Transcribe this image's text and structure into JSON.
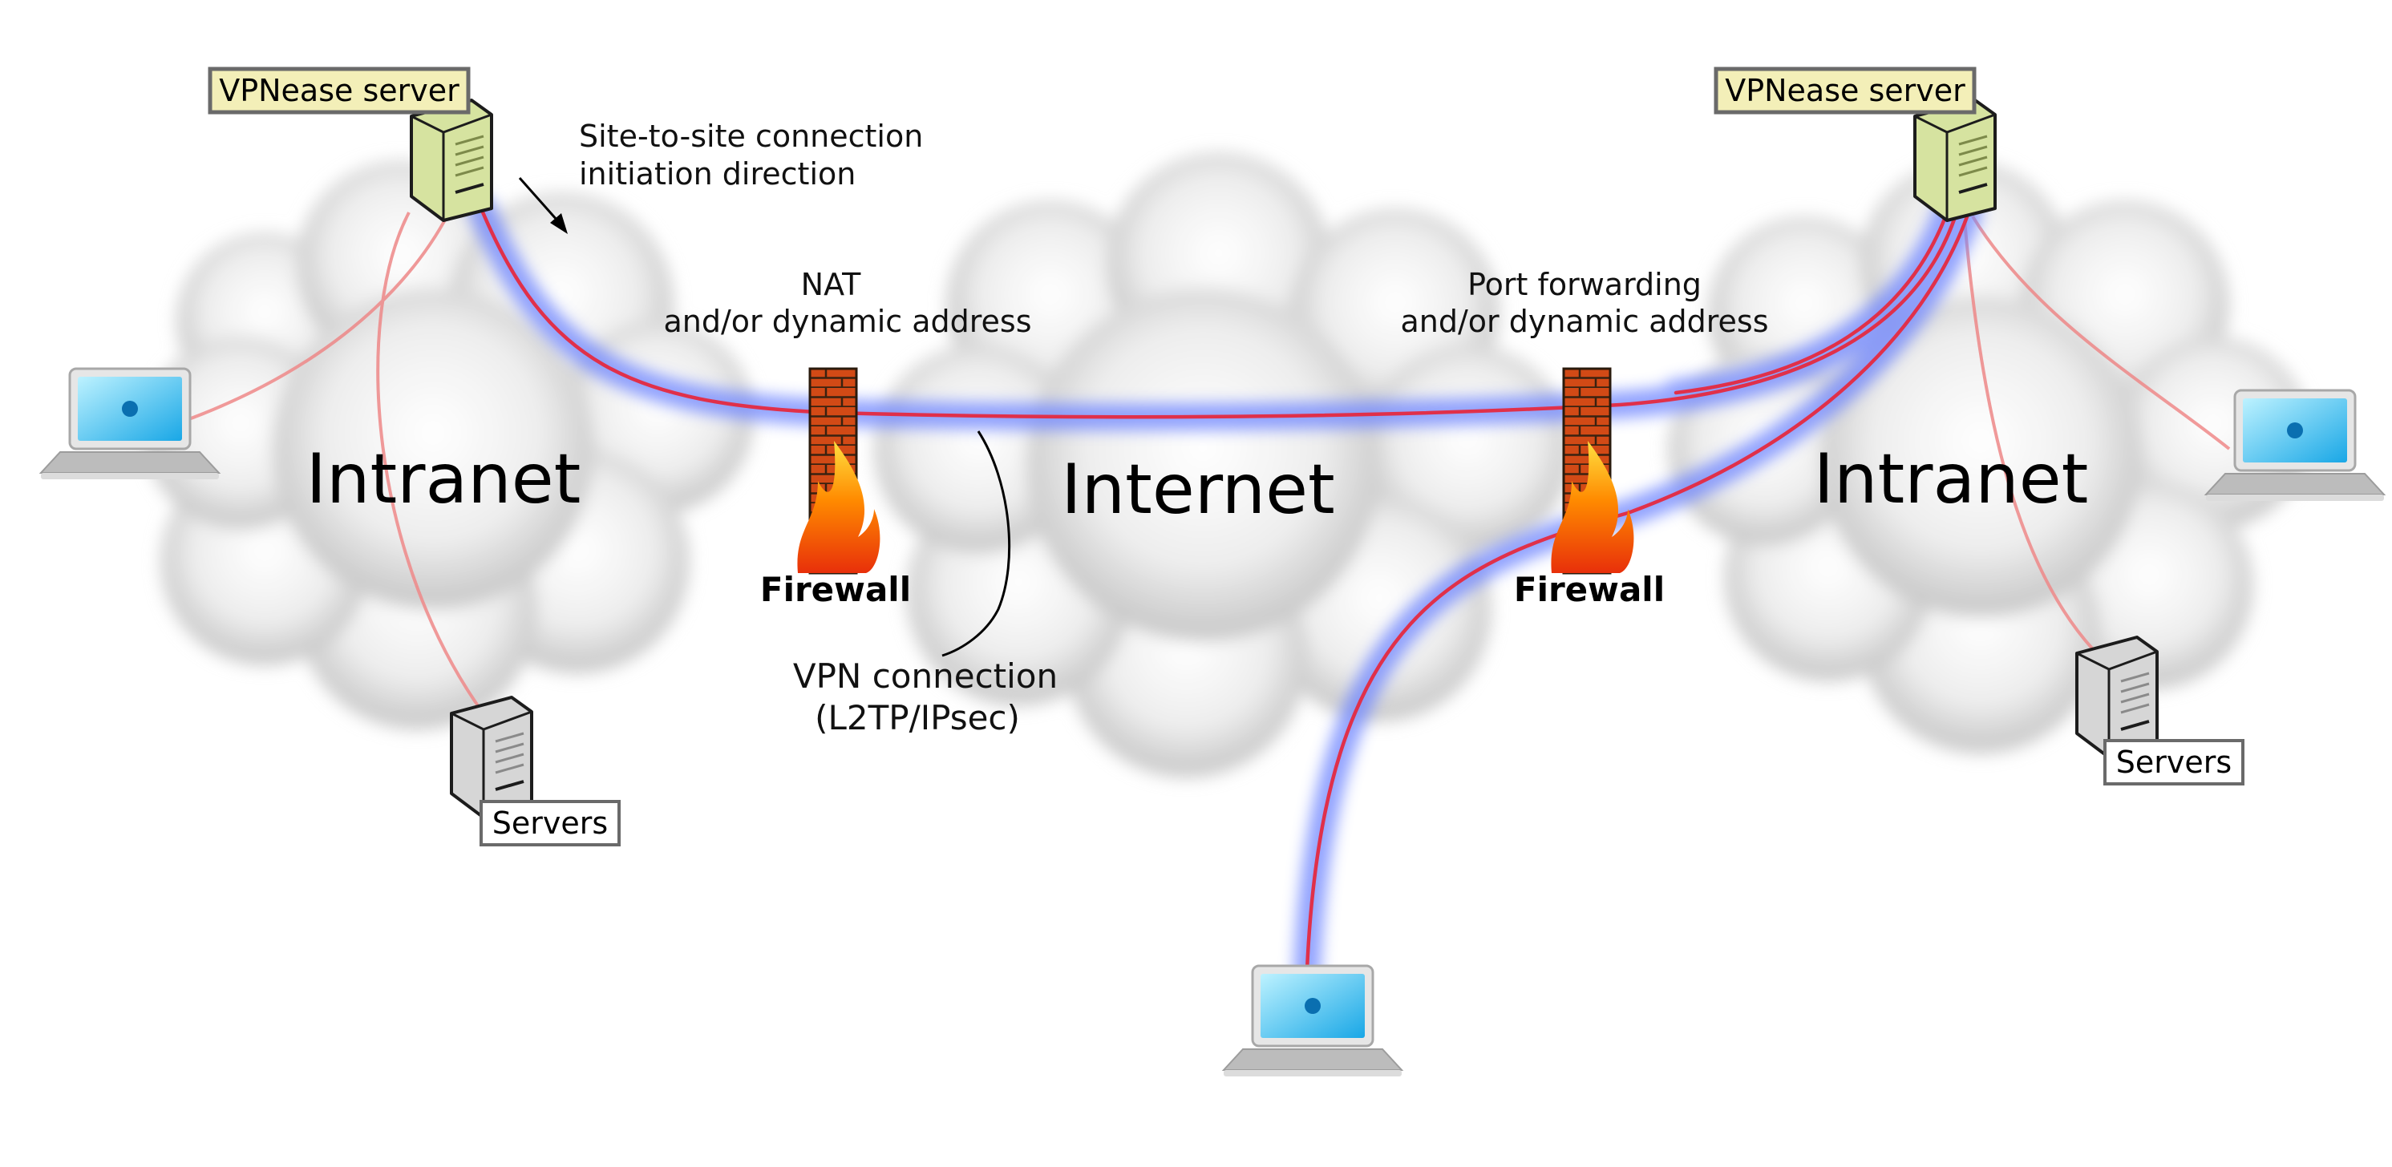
{
  "clouds": {
    "left": "Intranet",
    "center": "Internet",
    "right": "Intranet"
  },
  "servers": {
    "vpn_left": "VPNease server",
    "vpn_right": "VPNease server",
    "servers_left": "Servers",
    "servers_right": "Servers"
  },
  "firewalls": {
    "left": "Firewall",
    "right": "Firewall"
  },
  "annotations": {
    "site_to_site_line1": "Site-to-site connection",
    "site_to_site_line2": "initiation direction",
    "nat_line1": "NAT",
    "nat_line2": "and/or dynamic address",
    "port_fwd_line1": "Port forwarding",
    "port_fwd_line2": "and/or dynamic address",
    "vpn_line1": "VPN connection",
    "vpn_line2": "(L2TP/IPsec)"
  },
  "colors": {
    "tunnel_glow": "#6f86ff",
    "tunnel_core": "#e0304a",
    "lan_link": "#ee8888",
    "server_green": "#d6e3a0",
    "label_box": "#f3efb8",
    "cloud": "#d9d9d9"
  },
  "icons": {
    "laptop": "laptop-icon",
    "server": "server-icon",
    "firewall": "firewall-icon"
  }
}
